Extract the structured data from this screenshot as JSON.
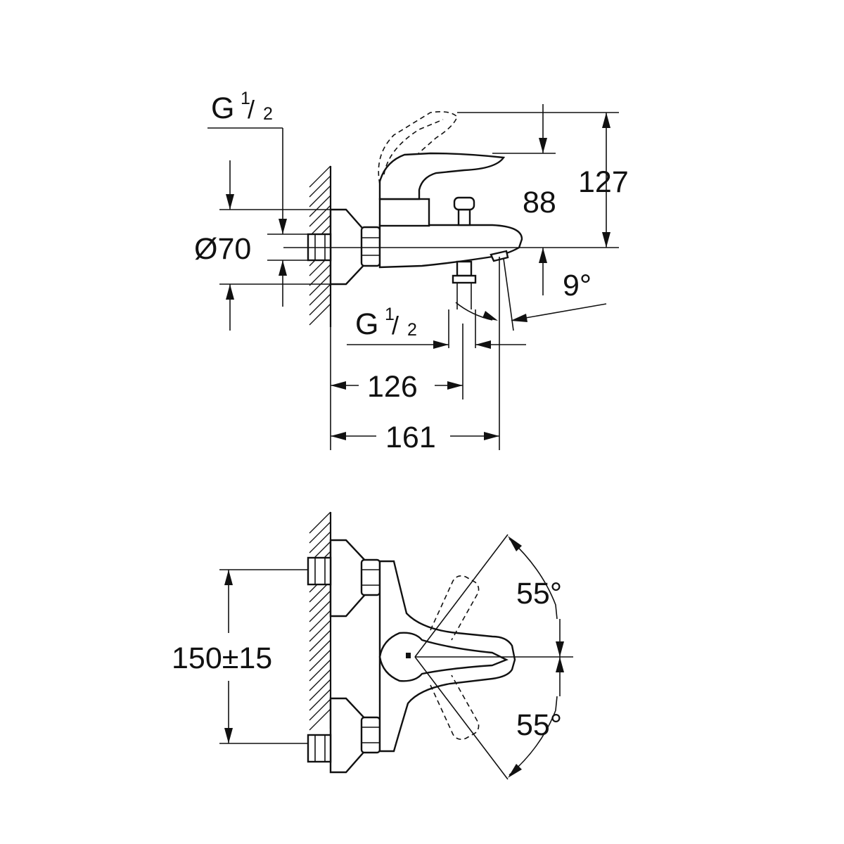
{
  "side_view": {
    "dims": {
      "inlet_thread_top": {
        "main": "G",
        "sup": "1",
        "sep": "/",
        "sub": "2"
      },
      "diameter": "Ø70",
      "height_127": "127",
      "height_88": "88",
      "angle_spout": "9°",
      "outlet_thread": {
        "main": "G",
        "sup": "1",
        "sep": "/",
        "sub": "2"
      },
      "length_126": "126",
      "length_161": "161"
    }
  },
  "top_view": {
    "dims": {
      "centers": "150±15",
      "angle_up": "55°",
      "angle_down": "55°"
    }
  }
}
